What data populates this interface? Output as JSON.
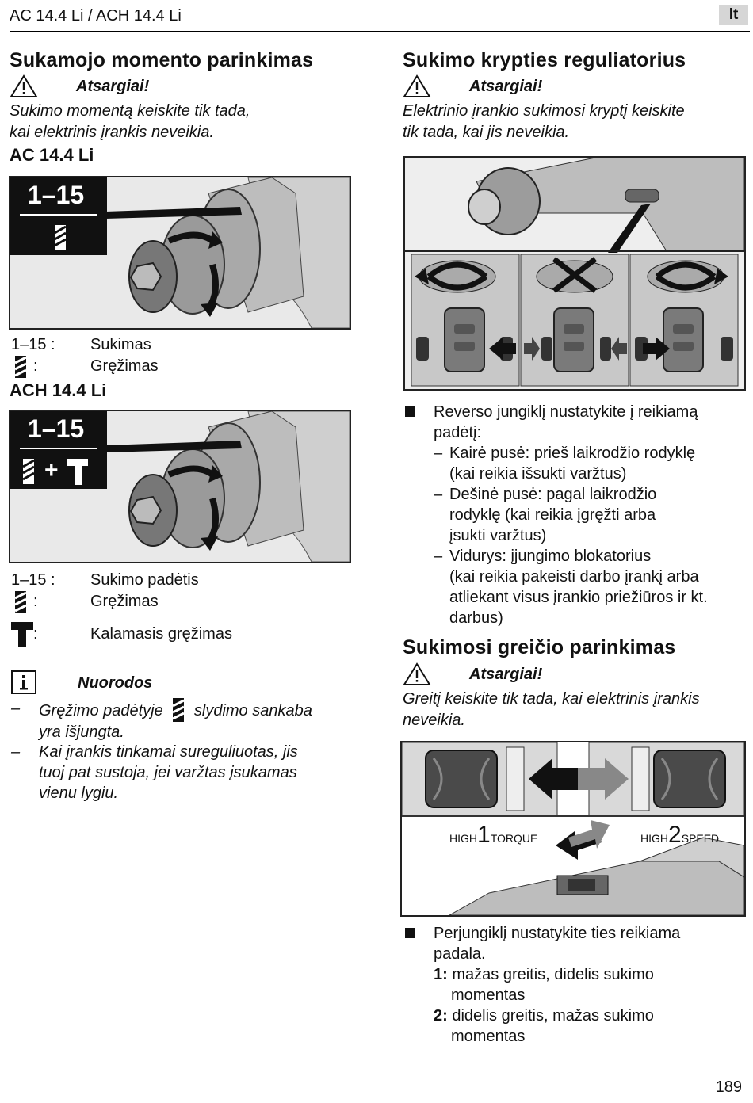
{
  "header": {
    "title": "AC 14.4 Li / ACH 14.4 Li",
    "lang": "lt"
  },
  "page_number": "189",
  "left": {
    "title": "Sukamojo momento parinkimas",
    "warning": "Atsargiai!",
    "warning_text_1": "Sukimo momentą keiskite tik tada,",
    "warning_text_2": "kai elektrinis įrankis neveikia.",
    "model_1": "AC 14.4 Li",
    "fig1_label": "1–15",
    "legend1": [
      {
        "key": "1–15 :",
        "value": "Sukimas"
      },
      {
        "key": ":",
        "value": "Gręžimas"
      }
    ],
    "model_2": "ACH 14.4 Li",
    "fig2_label": "1–15",
    "fig2_plus": "+",
    "legend2": [
      {
        "key": "1–15 :",
        "value": "Sukimo padėtis"
      },
      {
        "key": ":",
        "value": "Gręžimas"
      },
      {
        "key": ":",
        "value": "Kalamasis gręžimas"
      }
    ],
    "notes_title": "Nuorodos",
    "notes": [
      {
        "before": "Gręžimo padėtyje",
        "after": "slydimo sankaba",
        "line2": "yra išjungta."
      },
      {
        "line1": "Kai įrankis tinkamai sureguliuotas, jis",
        "line2": "tuoj pat sustoja, jei varžtas įsukamas",
        "line3": "vienu lygiu."
      }
    ]
  },
  "right": {
    "title": "Sukimo krypties reguliatorius",
    "warning": "Atsargiai!",
    "warning_text_1": "Elektrinio įrankio sukimosi kryptį keiskite",
    "warning_text_2": "tik tada, kai jis neveikia.",
    "bullet1_line1": "Reverso jungiklį nustatykite į reikiamą",
    "bullet1_line2": "padėtį:",
    "sub_items": [
      [
        "Kairė pusė: prieš laikrodžio rodyklę",
        "(kai reikia išsukti varžtus)"
      ],
      [
        "Dešinė pusė: pagal laikrodžio",
        "rodyklę (kai reikia įgręžti arba",
        "įsukti varžtus)"
      ],
      [
        "Vidurys: įjungimo blokatorius",
        "(kai reikia pakeisti darbo įrankį arba",
        "atliekant visus įrankio priežiūros ir kt.",
        "darbus)"
      ]
    ],
    "title2": "Sukimosi greičio parinkimas",
    "warning2": "Atsargiai!",
    "warning2_text_1": "Greitį keiskite tik tada, kai elektrinis įrankis",
    "warning2_text_2": "neveikia.",
    "gear_fig": {
      "left_small": "HIGH",
      "left_num": "1",
      "left_word": "TORQUE",
      "right_small": "HIGH",
      "right_num": "2",
      "right_word": "SPEED"
    },
    "bullet2_line1": "Perjungiklį nustatykite ties reikiama",
    "bullet2_line2": "padala.",
    "gears": [
      {
        "num": "1:",
        "line1": "mažas greitis, didelis sukimo",
        "line2": "momentas"
      },
      {
        "num": "2:",
        "line1": "didelis greitis, mažas sukimo",
        "line2": "momentas"
      }
    ]
  }
}
